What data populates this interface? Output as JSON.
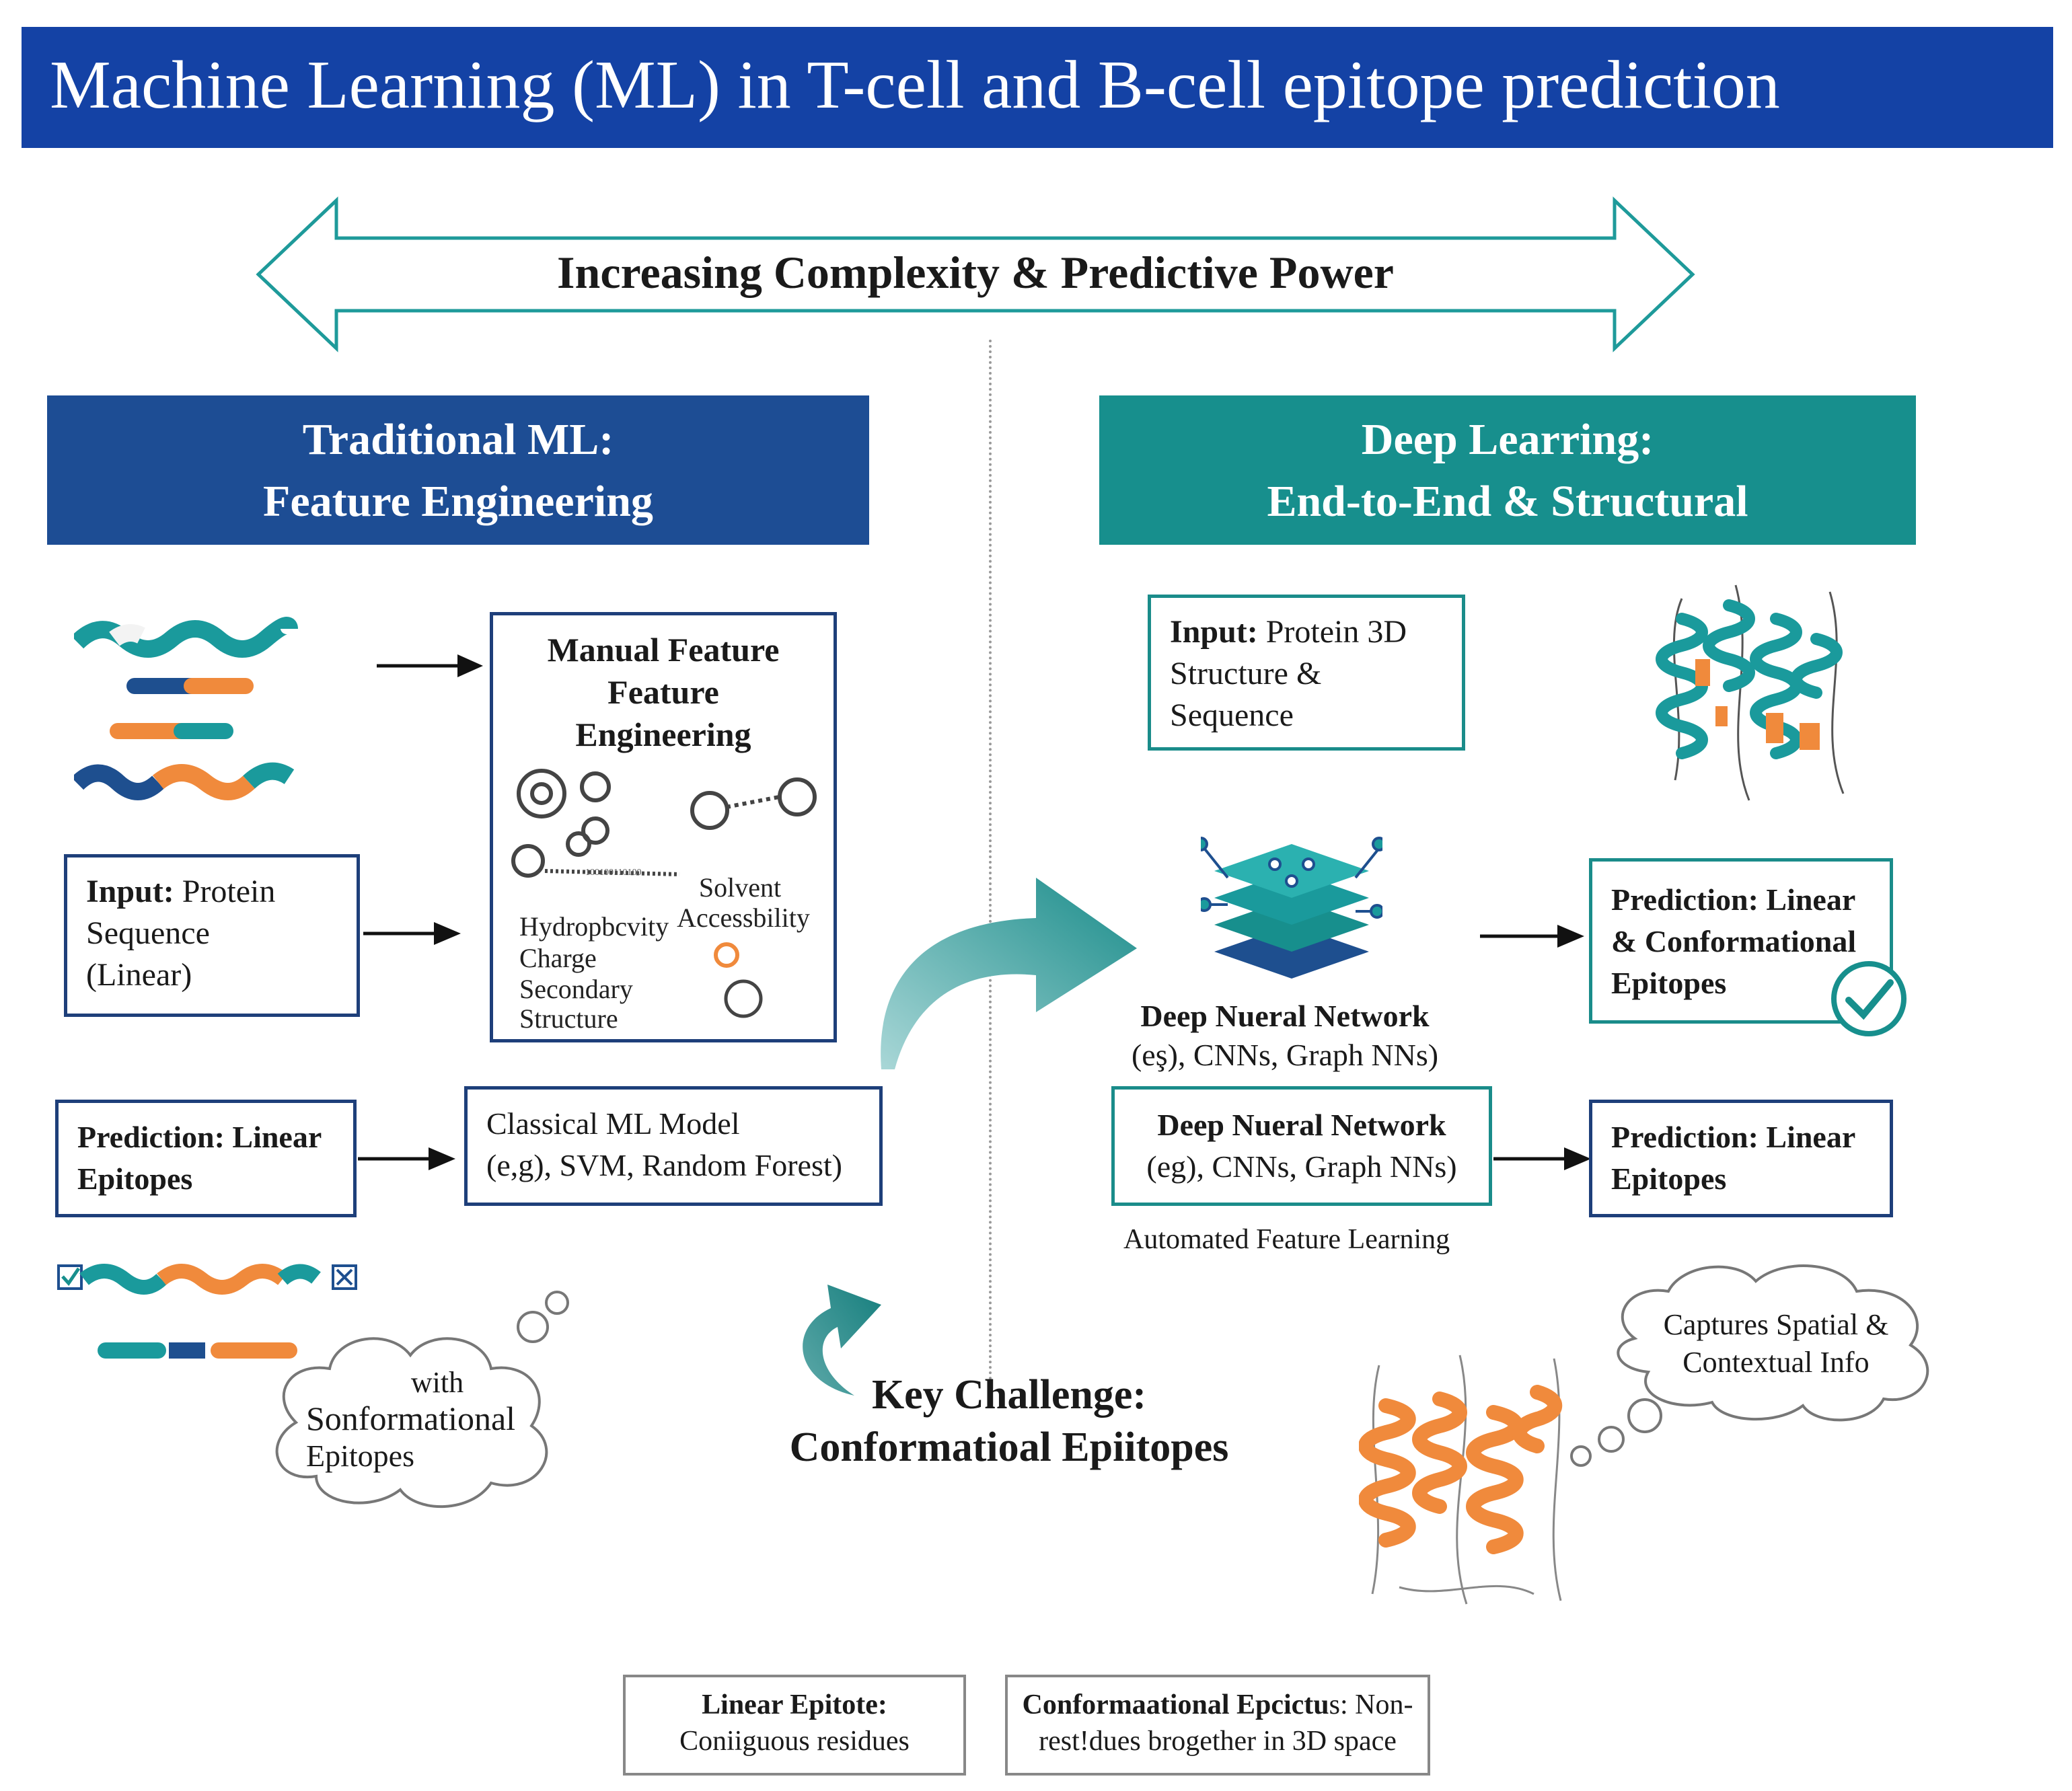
{
  "title": "Machine Learning (ML) in T-cell and B-cell epitope prediction",
  "arrow_label": "Increasing Complexity & Predictive Power",
  "left": {
    "header_line1": "Traditional ML:",
    "header_line2": "Feature Engineering",
    "manual_feature": {
      "line1": "Manual Feature",
      "line2": "Feature",
      "line3": "Engineering"
    },
    "feature_labels": {
      "hydro": "Hydropbcvity",
      "charge": "Charge",
      "secondary1": "Secondary",
      "secondary2": "Structure",
      "solvent1": "Solvent",
      "solvent2": "Accessbility",
      "tiny": "100100110100"
    },
    "input": {
      "bold": "Input:",
      "line1_rest": " Protein",
      "line2": "Sequence",
      "line3": "(Linear)"
    },
    "prediction": {
      "line1": "Prediction: Linear",
      "line2": "Epitopes"
    },
    "classical": {
      "line1": "Classical ML Model",
      "line2": "(e,g), SVM, Random Forest)"
    },
    "cloud": {
      "line1": "with",
      "line2": "Sonformational",
      "line3": "Epitopes"
    }
  },
  "right": {
    "header_line1": "Deep Learring:",
    "header_line2": "End-to-End & Structural",
    "input": {
      "bold": "Input:",
      "line1_rest": " Protein 3D",
      "line2": "Structure &",
      "line3": "Sequence"
    },
    "dnn_caption": {
      "line1": "Deep Nueral Network",
      "line2": "(eş), CNNs, Graph NNs)"
    },
    "dnn_box": {
      "line1": "Deep Nueral Network",
      "line2": "(eg), CNNs, Graph NNs)"
    },
    "automated": "Automated Feature Learning",
    "pred_conf": {
      "line1": "Prediction: Linear",
      "line2": "& Conformational",
      "line3": "Epitopes"
    },
    "pred_linear": {
      "line1": "Prediction: Linear",
      "line2": "Epitopes"
    },
    "cloud": {
      "line1": "Captures Spatial &",
      "line2": "Contextual Info"
    }
  },
  "key_challenge": {
    "line1": "Key Challenge:",
    "line2": "Conformatioal Epiitopes"
  },
  "legend": {
    "linear": {
      "line1": "Linear Epitote:",
      "line2": "Coniiguous residues"
    },
    "conf": {
      "line1_bold": "Conformaational Epcictu",
      "line1_rest": "s: Non-",
      "line2": "rest!dues brogether in 3D space"
    }
  },
  "colors": {
    "title_bg": "#1442a5",
    "left_header": "#1d4d94",
    "right_header": "#178f8d",
    "teal": "#1a9a9c",
    "orange": "#f08a3c",
    "navy": "#1e4f8f"
  }
}
